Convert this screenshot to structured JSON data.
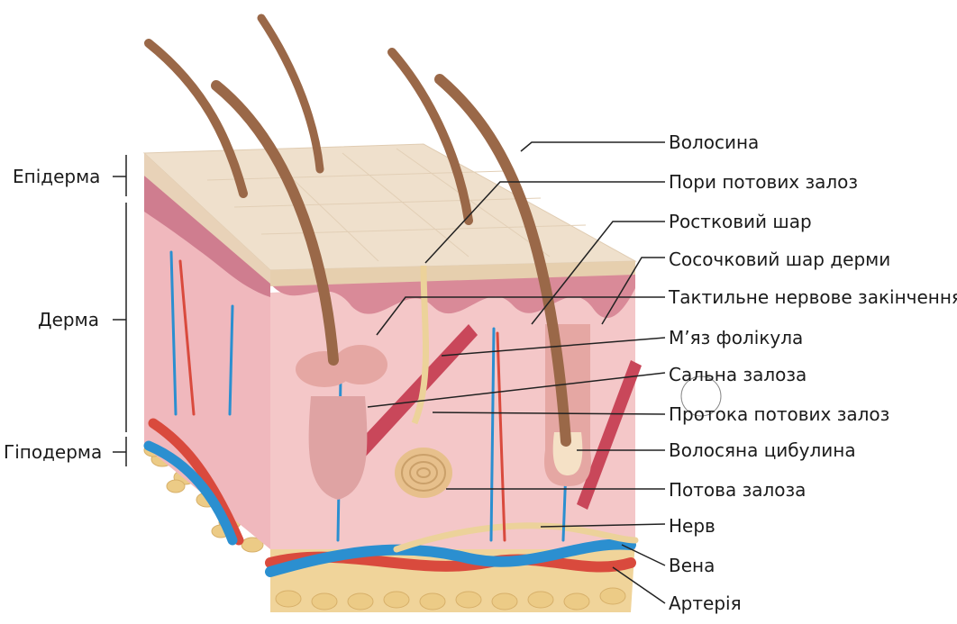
{
  "layers": [
    {
      "id": "epidermis",
      "label": "Епідерма"
    },
    {
      "id": "dermis",
      "label": "Дерма"
    },
    {
      "id": "hypodermis",
      "label": "Гіподерма"
    }
  ],
  "structures": [
    {
      "id": "hair",
      "label": "Волосина"
    },
    {
      "id": "sweat-pores",
      "label": "Пори потових залоз"
    },
    {
      "id": "germinal-layer",
      "label": "Ростковий шар"
    },
    {
      "id": "papillary-layer",
      "label": "Сосочковий шар дерми"
    },
    {
      "id": "tactile-ending",
      "label": "Тактильне нервове закінчення"
    },
    {
      "id": "follicle-muscle",
      "label": "М’яз фолікула"
    },
    {
      "id": "sebaceous-gland",
      "label": "Сальна залоза"
    },
    {
      "id": "sweat-duct",
      "label": "Протока потових залоз"
    },
    {
      "id": "hair-bulb",
      "label": "Волосяна цибулина"
    },
    {
      "id": "sweat-gland",
      "label": "Потова залоза"
    },
    {
      "id": "nerve",
      "label": "Нерв"
    },
    {
      "id": "vein",
      "label": "Вена"
    },
    {
      "id": "artery",
      "label": "Артерія"
    }
  ],
  "colors": {
    "epidermis": "#eedcc6",
    "dermis": "#f2c2c4",
    "dermis_dark": "#d98a98",
    "hypodermis_fat": "#f0d49a",
    "hair": "#9a6848",
    "vein": "#2b8fd0",
    "artery": "#d94a3d",
    "nerve": "#ecd29a",
    "muscle": "#c9475a",
    "gland": "#e7c08c"
  }
}
